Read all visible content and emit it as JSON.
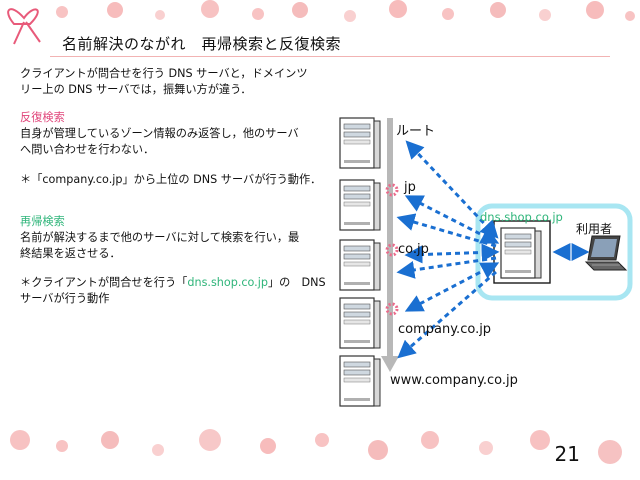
{
  "slide": {
    "title": "名前解決のながれ　再帰検索と反復検索",
    "intro_1": "クライアントが問合せを行う DNS サーバと，ドメインツ",
    "intro_2": "リー上の DNS サーバでは，振舞い方が違う．",
    "iter_heading": "反復検索",
    "iter_1": "自身が管理しているゾーン情報のみ返答し，他のサーバ",
    "iter_2": "へ問い合わせを行わない．",
    "iter_note": "＊「company.co.jp」から上位の DNS サーバが行う動作．",
    "rec_heading": "再帰検索",
    "rec_1": "名前が解決するまで他のサーバに対して検索を行い，最",
    "rec_2": "終結果を返させる．",
    "rec_note_pre": "＊クライアントが問合せを行う「",
    "rec_note_green": "dns.shop.co.jp",
    "rec_note_post": "」の　DNS",
    "rec_note_2": "サーバが行う動作",
    "page_number": "21"
  },
  "diagram": {
    "root_label": "ルート",
    "jp_label": "jp",
    "cojp_label": "co.jp",
    "company_label": "company.co.jp",
    "www_label": "www.company.co.jp",
    "dns_label": "dns.shop.co.jp",
    "user_label": "利用者"
  },
  "colors": {
    "arrow": "#1a6fd1",
    "accent_pink": "#e0457a",
    "accent_green": "#2fb57a",
    "frame": "#a8e6f2"
  }
}
